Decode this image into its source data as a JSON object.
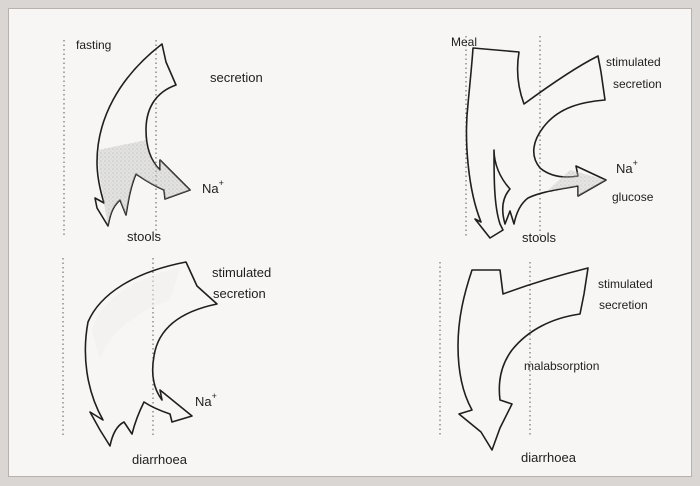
{
  "panels": {
    "top_left": {
      "title": "fasting",
      "secretion": "secretion",
      "ion": "Na",
      "ion_charge": "+",
      "output": "stools"
    },
    "top_right": {
      "title": "Meal",
      "secretion_line1": "stimulated",
      "secretion_line2": "secretion",
      "ion": "Na",
      "ion_charge": "+",
      "nutrient": "glucose",
      "output": "stools"
    },
    "bottom_left": {
      "secretion_line1": "stimulated",
      "secretion_line2": "secretion",
      "ion": "Na",
      "ion_charge": "+",
      "output": "diarrhoea"
    },
    "bottom_right": {
      "secretion_line1": "stimulated",
      "secretion_line2": "secretion",
      "middle": "malabsorption",
      "output": "diarrhoea"
    }
  },
  "colors": {
    "background": "#d9d6d3",
    "panel": "#f7f6f4",
    "arrow_stroke": "#1f1f1f",
    "arrow_fill_light": "#ecebe9",
    "arrow_fill_dark": "#a9a9a7"
  }
}
